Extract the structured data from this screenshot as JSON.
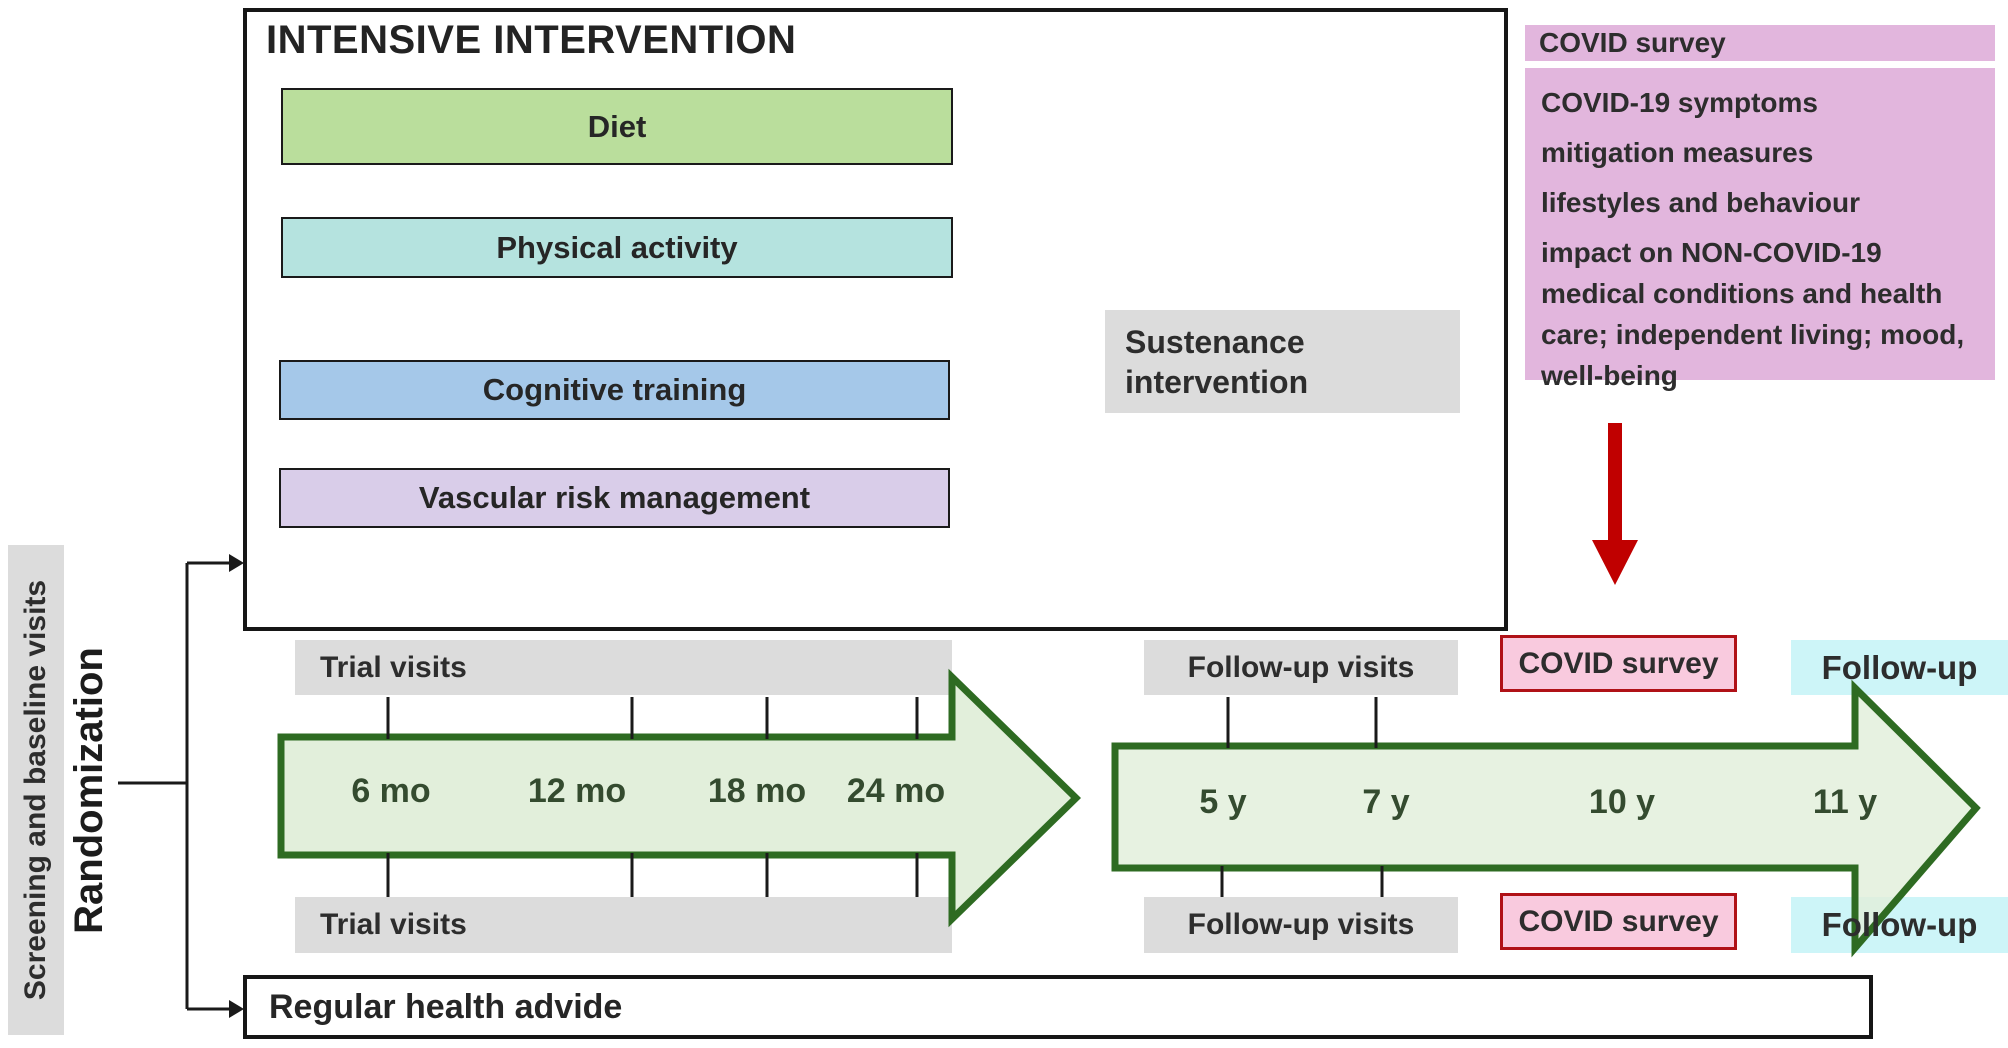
{
  "colors": {
    "diet_bar": "#bade9c",
    "physical_activity_bar": "#b5e3df",
    "cognitive_training_bar": "#a5c8e9",
    "vascular_risk_bar": "#d9cde9",
    "gray_panel": "#dcdcdc",
    "covid_panel_pink": "#e2b6dd",
    "covid_survey_pink": "#f9cade",
    "covid_survey_border": "#b01117",
    "followup_cyan": "#cdf5f8",
    "timeline_fill": "#e2efdb",
    "timeline_border": "#2e6b22",
    "red_arrow": "#c00000"
  },
  "intervention": {
    "title": "INTENSIVE INTERVENTION",
    "bars": [
      {
        "label": "Diet",
        "color": "#bade9c"
      },
      {
        "label": "Physical activity",
        "color": "#b5e3df"
      },
      {
        "label": "Cognitive training",
        "color": "#a5c8e9"
      },
      {
        "label": "Vascular risk management",
        "color": "#d9cde9"
      }
    ]
  },
  "sustenance": {
    "label": "Sustenance intervention"
  },
  "covid_panel": {
    "header": "COVID survey",
    "paragraphs": [
      "COVID-19 symptoms",
      "mitigation measures",
      "lifestyles and behaviour",
      "impact on NON-COVID-19 medical conditions and health care; independent living; mood, well-being"
    ]
  },
  "left_rail": {
    "screening": "Screening and baseline visits",
    "randomization": "Randomization"
  },
  "timeline_trial": {
    "top_label": "Trial visits",
    "bottom_label": "Trial visits",
    "milestones": [
      "6 mo",
      "12 mo",
      "18 mo",
      "24 mo"
    ]
  },
  "timeline_followup": {
    "top_label": "Follow-up visits",
    "bottom_label": "Follow-up visits",
    "milestones": [
      "5 y",
      "7 y",
      "10 y",
      "11 y"
    ],
    "covid_survey_top": "COVID survey",
    "covid_survey_bottom": "COVID survey",
    "followup_top": "Follow-up",
    "followup_bottom": "Follow-up"
  },
  "regular": {
    "label": "Regular health advide"
  }
}
